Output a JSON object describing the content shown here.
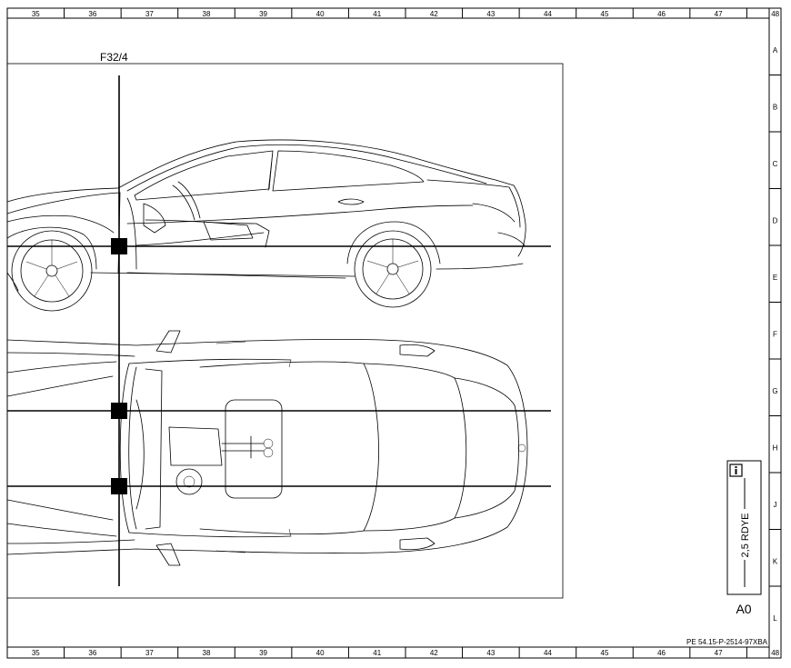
{
  "grid": {
    "columns": [
      "35",
      "36",
      "37",
      "38",
      "39",
      "40",
      "41",
      "42",
      "43",
      "44",
      "45",
      "46",
      "47",
      "48"
    ],
    "rows": [
      "A",
      "B",
      "C",
      "D",
      "E",
      "F",
      "G",
      "H",
      "J",
      "K",
      "L"
    ]
  },
  "diagram": {
    "component_label": "F32/4",
    "wire": {
      "info_icon": "info-icon",
      "spec": "2,5 RDYE",
      "connector": "A0"
    },
    "document_code": "PE 54.15-P-2514-97XBA"
  },
  "colors": {
    "line": "#000000",
    "background": "#ffffff"
  }
}
